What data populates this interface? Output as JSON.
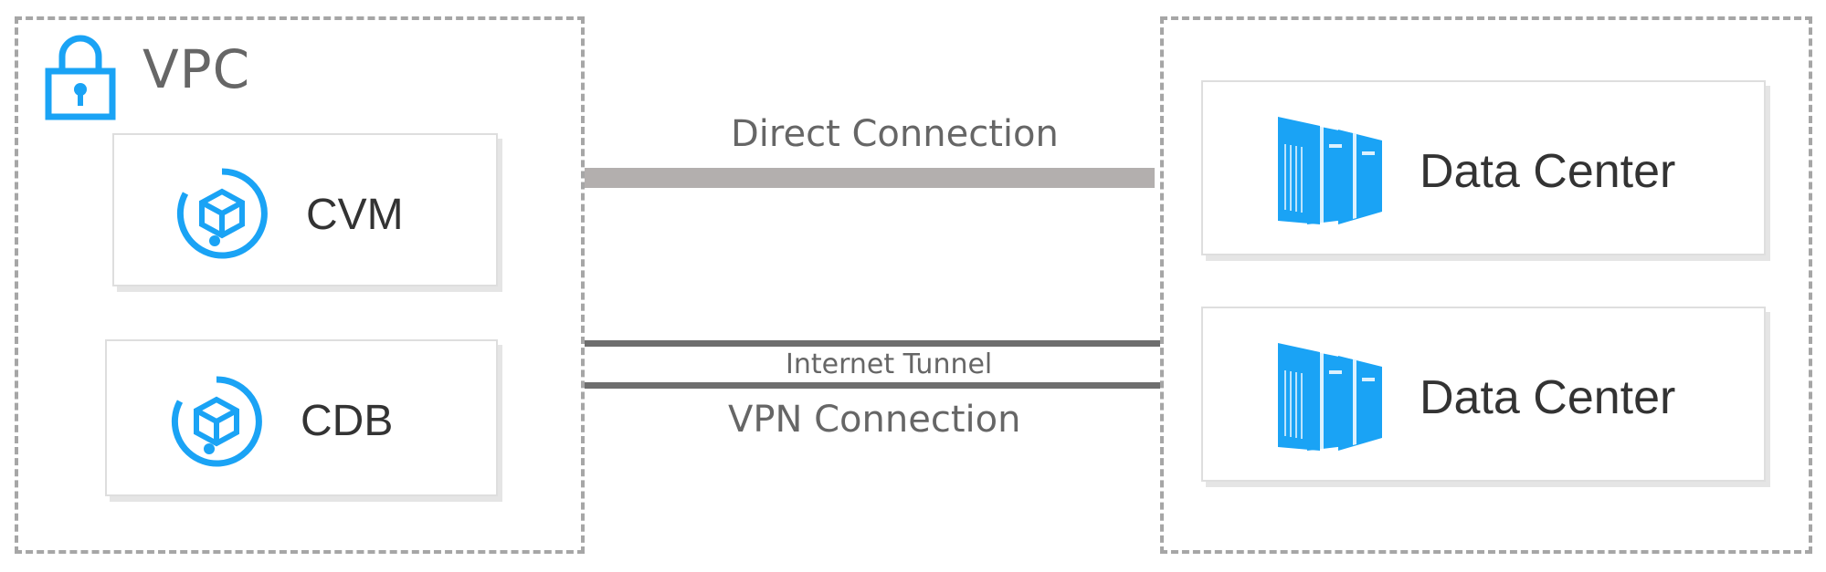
{
  "vpc": {
    "title": "VPC",
    "icon": "lock-icon",
    "services": [
      {
        "label": "CVM",
        "icon": "cube-service-icon"
      },
      {
        "label": "CDB",
        "icon": "cube-service-icon"
      }
    ]
  },
  "connections": {
    "direct": "Direct Connection",
    "tunnel": "Internet Tunnel",
    "vpn": "VPN Connection"
  },
  "data_centers": [
    {
      "label": "Data Center",
      "icon": "server-rack-icon"
    },
    {
      "label": "Data Center",
      "icon": "server-rack-icon"
    }
  ],
  "colors": {
    "accent": "#1aa3f5",
    "group_border": "#a6a6a6",
    "direct_line": "#b3afae",
    "tunnel_line": "#6e6e6e",
    "text_dark": "#333333",
    "text_muted": "#666666"
  }
}
